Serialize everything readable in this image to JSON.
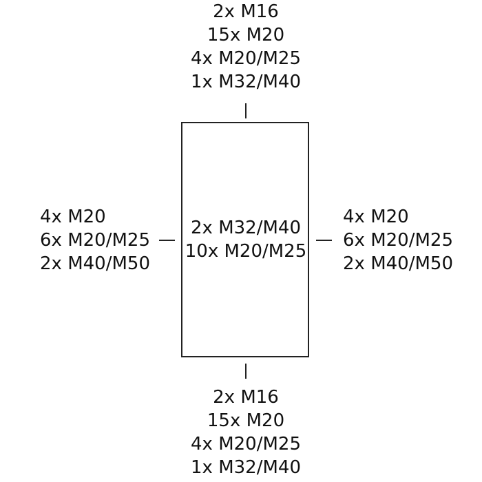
{
  "diagram": {
    "top": [
      "2x M16",
      "15x M20",
      "4x M20/M25",
      "1x M32/M40"
    ],
    "bottom": [
      "2x M16",
      "15x M20",
      "4x M20/M25",
      "1x M32/M40"
    ],
    "left": [
      "4x M20",
      "6x M20/M25",
      "2x M40/M50"
    ],
    "right": [
      "4x M20",
      "6x M20/M25",
      "2x M40/M50"
    ],
    "center": [
      "2x M32/M40",
      "10x M20/M25"
    ]
  }
}
